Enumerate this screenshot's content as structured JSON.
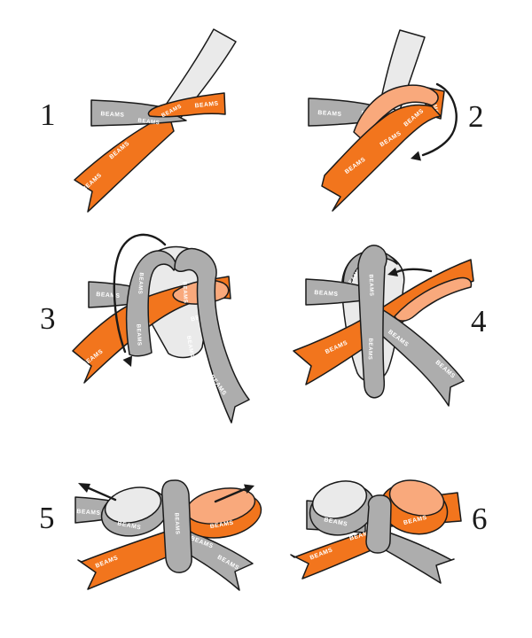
{
  "brand": "BEAMS",
  "steps": [
    {
      "number": "1"
    },
    {
      "number": "2"
    },
    {
      "number": "3"
    },
    {
      "number": "4"
    },
    {
      "number": "5"
    },
    {
      "number": "6"
    }
  ],
  "icons": {
    "step2_arrow": "curved-arrow-wrap-down",
    "step3_arrow": "curved-arrow-around-loop",
    "step4_arrow": "arrow-thread-left",
    "step5_arrows": "arrows-pull-tight-outward"
  },
  "colors": {
    "ribbon_orange": "#F2751D",
    "ribbon_orange_underside": "#F9A97C",
    "ribbon_gray": "#ADADAD",
    "ribbon_gray_underside": "#EAEAEA",
    "outline": "#1A1A1A",
    "background": "#FFFFFF",
    "number_color": "#1B1B1B"
  }
}
